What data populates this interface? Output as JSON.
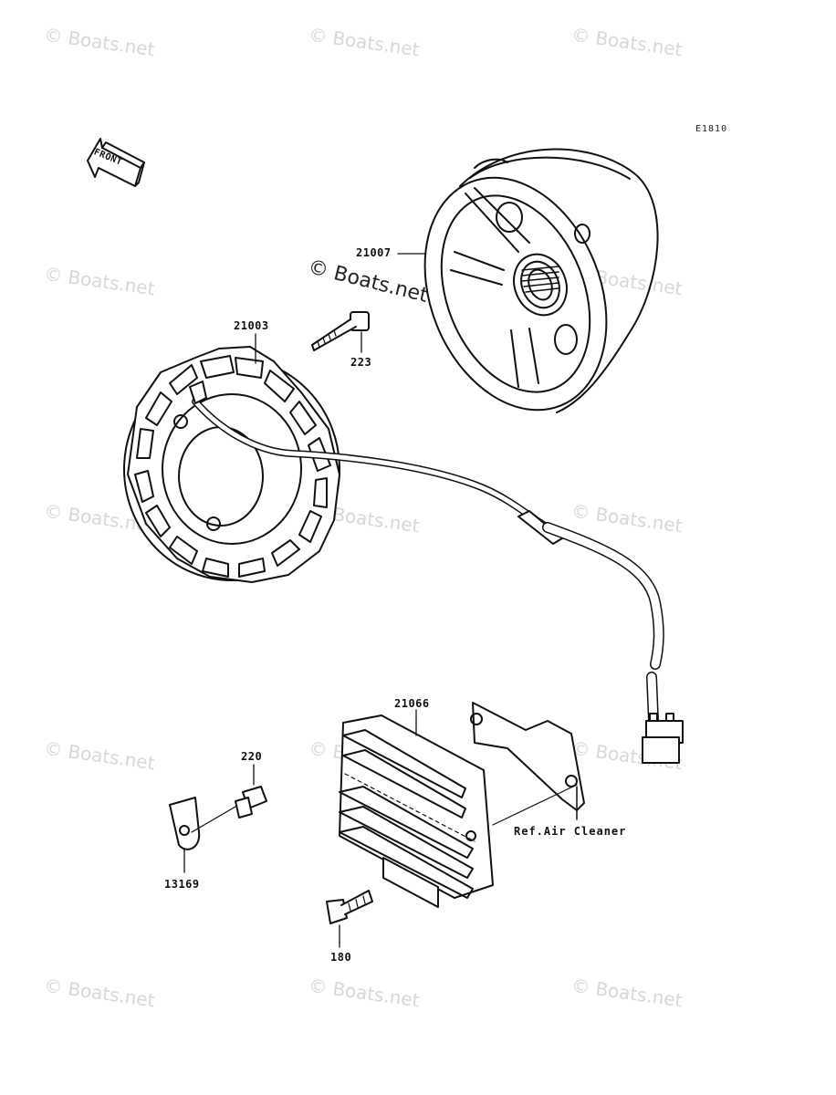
{
  "diagram": {
    "code": "E1810",
    "front_label": "FRONT",
    "parts": {
      "p21007": "21007",
      "p21003": "21003",
      "p223": "223",
      "p21066": "21066",
      "p220": "220",
      "p13169": "13169",
      "p180": "180"
    },
    "reference": "Ref.Air Cleaner"
  },
  "watermarks": {
    "text": "© Boats.net",
    "featured": "© Boats.net"
  }
}
